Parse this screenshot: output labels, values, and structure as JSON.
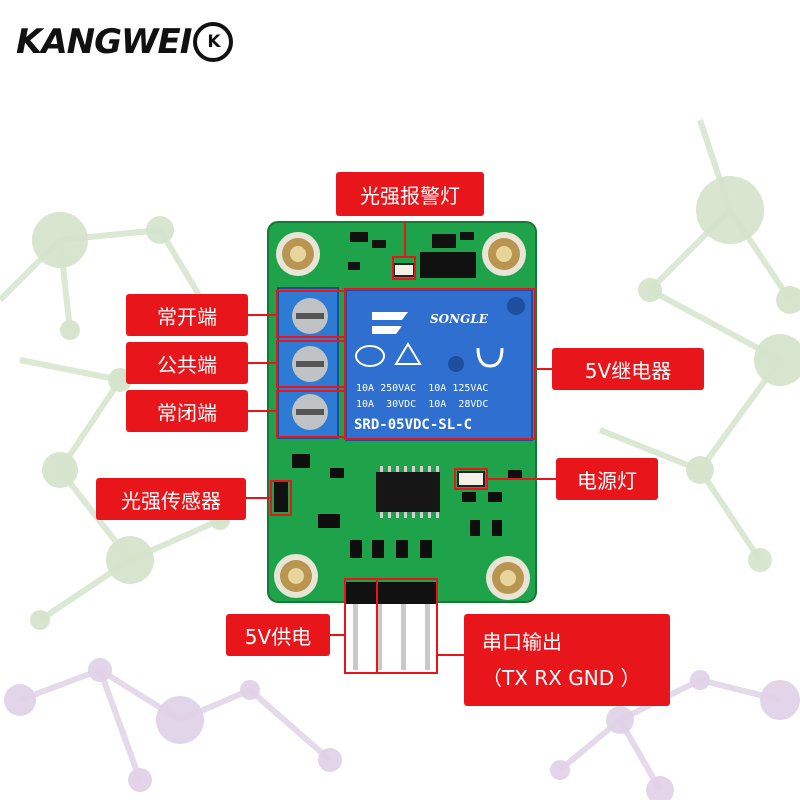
{
  "brand": {
    "logo_text": "KANGWEI",
    "badge": "K"
  },
  "labels": {
    "light_alarm_led": "光强报警灯",
    "normally_open": "常开端",
    "common": "公共端",
    "normally_closed": "常闭端",
    "relay_5v": "5V继电器",
    "power_led": "电源灯",
    "light_sensor": "光强传感器",
    "power_5v": "5V供电",
    "serial_out_line1": "串口输出",
    "serial_out_line2": "（TX RX GND ）"
  },
  "relay": {
    "brand": "SONGLE",
    "rating_line1": "10A 250VAC  10A 125VAC",
    "rating_line2": "10A  30VDC  10A  28VDC",
    "model": "SRD-05VDC-SL-C",
    "color": "#2f6fd0"
  },
  "colors": {
    "callout": "#e8151b",
    "pcb": "#1fa34a",
    "terminal": "#2e7bd6"
  }
}
